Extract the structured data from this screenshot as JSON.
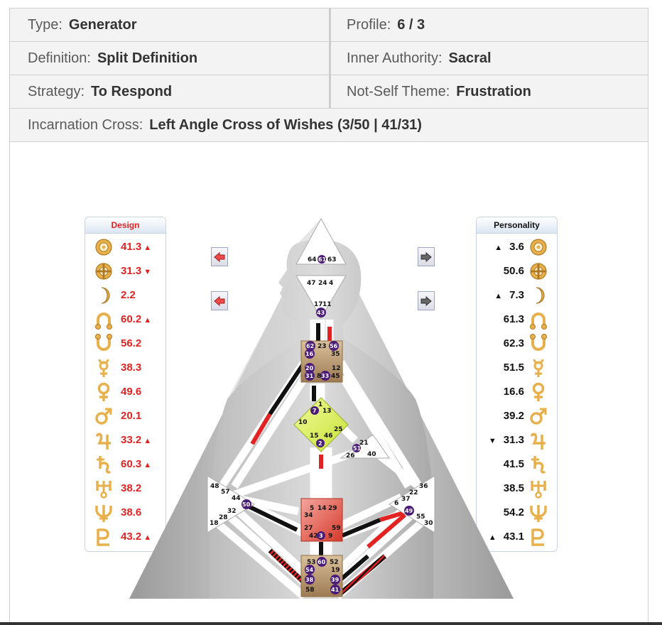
{
  "info": {
    "type": {
      "label": "Type:",
      "value": "Generator"
    },
    "profile": {
      "label": "Profile:",
      "value": "6 / 3"
    },
    "definition": {
      "label": "Definition:",
      "value": "Split Definition"
    },
    "authority": {
      "label": "Inner Authority:",
      "value": "Sacral"
    },
    "strategy": {
      "label": "Strategy:",
      "value": "To Respond"
    },
    "not_self": {
      "label": "Not-Self Theme:",
      "value": "Frustration"
    },
    "cross": {
      "label": "Incarnation Cross:",
      "value": "Left Angle Cross of Wishes (3/50 | 41/31)"
    }
  },
  "design": {
    "title": "Design",
    "title_color": "#e32222",
    "rows": [
      {
        "planet": "sun-icon",
        "value": "41.3",
        "arrow": "▲"
      },
      {
        "planet": "earth-icon",
        "value": "31.3",
        "arrow": "▼"
      },
      {
        "planet": "moon-icon",
        "value": "2.2",
        "arrow": ""
      },
      {
        "planet": "north-node-icon",
        "value": "60.2",
        "arrow": "▲"
      },
      {
        "planet": "south-node-icon",
        "value": "56.2",
        "arrow": ""
      },
      {
        "planet": "mercury-icon",
        "value": "38.3",
        "arrow": ""
      },
      {
        "planet": "venus-icon",
        "value": "49.6",
        "arrow": ""
      },
      {
        "planet": "mars-icon",
        "value": "20.1",
        "arrow": ""
      },
      {
        "planet": "jupiter-icon",
        "value": "33.2",
        "arrow": "▲"
      },
      {
        "planet": "saturn-icon",
        "value": "60.3",
        "arrow": "▲"
      },
      {
        "planet": "uranus-icon",
        "value": "38.2",
        "arrow": ""
      },
      {
        "planet": "neptune-icon",
        "value": "38.6",
        "arrow": ""
      },
      {
        "planet": "pluto-icon",
        "value": "43.2",
        "arrow": "▲"
      }
    ]
  },
  "personality": {
    "title": "Personality",
    "title_color": "#111111",
    "rows": [
      {
        "planet": "sun-icon",
        "value": "3.6",
        "arrow": "▲"
      },
      {
        "planet": "earth-icon",
        "value": "50.6",
        "arrow": ""
      },
      {
        "planet": "moon-icon",
        "value": "7.3",
        "arrow": "▲"
      },
      {
        "planet": "north-node-icon",
        "value": "61.3",
        "arrow": ""
      },
      {
        "planet": "south-node-icon",
        "value": "62.3",
        "arrow": ""
      },
      {
        "planet": "mercury-icon",
        "value": "51.5",
        "arrow": ""
      },
      {
        "planet": "venus-icon",
        "value": "16.6",
        "arrow": ""
      },
      {
        "planet": "mars-icon",
        "value": "39.2",
        "arrow": ""
      },
      {
        "planet": "jupiter-icon",
        "value": "31.3",
        "arrow": "▼"
      },
      {
        "planet": "saturn-icon",
        "value": "41.5",
        "arrow": ""
      },
      {
        "planet": "uranus-icon",
        "value": "38.5",
        "arrow": ""
      },
      {
        "planet": "neptune-icon",
        "value": "54.2",
        "arrow": ""
      },
      {
        "planet": "pluto-icon",
        "value": "43.1",
        "arrow": "▲"
      }
    ]
  },
  "colors": {
    "design_red": "#e32222",
    "personality_black": "#111111",
    "gate_purple": "#4b1c78",
    "head_center": "#ffffff",
    "ajna_center": "#ffffff",
    "throat_center": "#b89669",
    "g_center": "#d9f04a",
    "sacral_center": "#e0463a",
    "root_center": "#b89669",
    "planet_gold": "#e8b04a"
  },
  "nav": {
    "left_arrow_icon": "left-arrow-icon",
    "right_arrow_icon": "right-arrow-icon"
  },
  "bodygraph": {
    "gates": {
      "head": [
        "64",
        "61",
        "63"
      ],
      "ajna": [
        "47",
        "24",
        "4",
        "17",
        "11",
        "43"
      ],
      "throat": [
        "62",
        "23",
        "56",
        "16",
        "35",
        "20",
        "12",
        "31",
        "8",
        "33",
        "45"
      ],
      "g": [
        "1",
        "7",
        "13",
        "10",
        "25",
        "15",
        "46",
        "2"
      ],
      "ego": [
        "21",
        "51",
        "26",
        "40"
      ],
      "spleen": [
        "48",
        "57",
        "44",
        "50",
        "32",
        "28",
        "18"
      ],
      "sacral": [
        "5",
        "14",
        "29",
        "34",
        "27",
        "59",
        "42",
        "3",
        "9"
      ],
      "solar_plexus": [
        "36",
        "22",
        "37",
        "6",
        "49",
        "55",
        "30"
      ],
      "root": [
        "53",
        "60",
        "52",
        "54",
        "19",
        "38",
        "39",
        "58",
        "41"
      ]
    }
  }
}
